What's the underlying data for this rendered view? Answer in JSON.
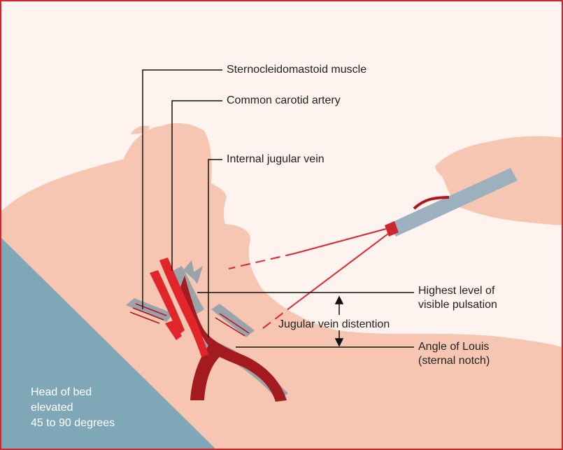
{
  "labels": {
    "scm": "Sternocleidomastoid muscle",
    "carotid": "Common carotid artery",
    "ijv": "Internal jugular vein",
    "highest_1": "Highest level of",
    "highest_2": "visible pulsation",
    "jvd": "Jugular vein distention",
    "louis_1": "Angle of Louis",
    "louis_2": "(sternal notch)",
    "bed_1": "Head of bed",
    "bed_2": "elevated",
    "bed_3": "45 to 90 degrees"
  },
  "colors": {
    "frame_border": "#d0262d",
    "skin": "#f7c6b2",
    "bed": "#7fa7b8",
    "vein": "#a31a1f",
    "artery": "#e0262a",
    "muscle": "#9aa3aa",
    "penlight": "#9cb1bd"
  }
}
